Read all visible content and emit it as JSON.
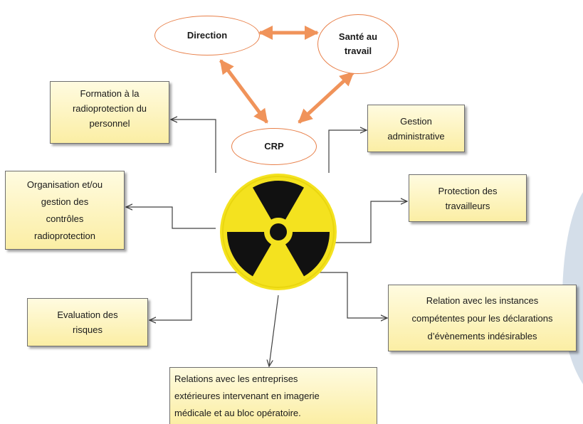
{
  "nodes": {
    "direction": "Direction",
    "sante": "Santé au\ntravail",
    "crp": "CRP",
    "formation": "Formation à la\nradioprotection du\npersonnel",
    "gestion_admin": "Gestion\nadministrative",
    "organisation": "Organisation et/ou\ngestion des\ncontrôles\nradioprotection",
    "protection": "Protection des\ntravailleurs",
    "evaluation": "Evaluation des\nrisques",
    "relation_instances": "Relation avec les instances\ncompétentes pour les déclarations\nd’évènements indésirables",
    "relations_entreprises": "Relations avec les entreprises\nextérieures intervenant en imagerie\nmédicale et au bloc opératoire."
  },
  "colors": {
    "ellipse_border": "#e8804a",
    "double_arrow": "#f0935a",
    "box_fill": "#fbeea4",
    "symbol_yellow": "#f4e21f",
    "symbol_black": "#111111",
    "connector": "#404040"
  },
  "center_icon": "radiation-trefoil-icon"
}
